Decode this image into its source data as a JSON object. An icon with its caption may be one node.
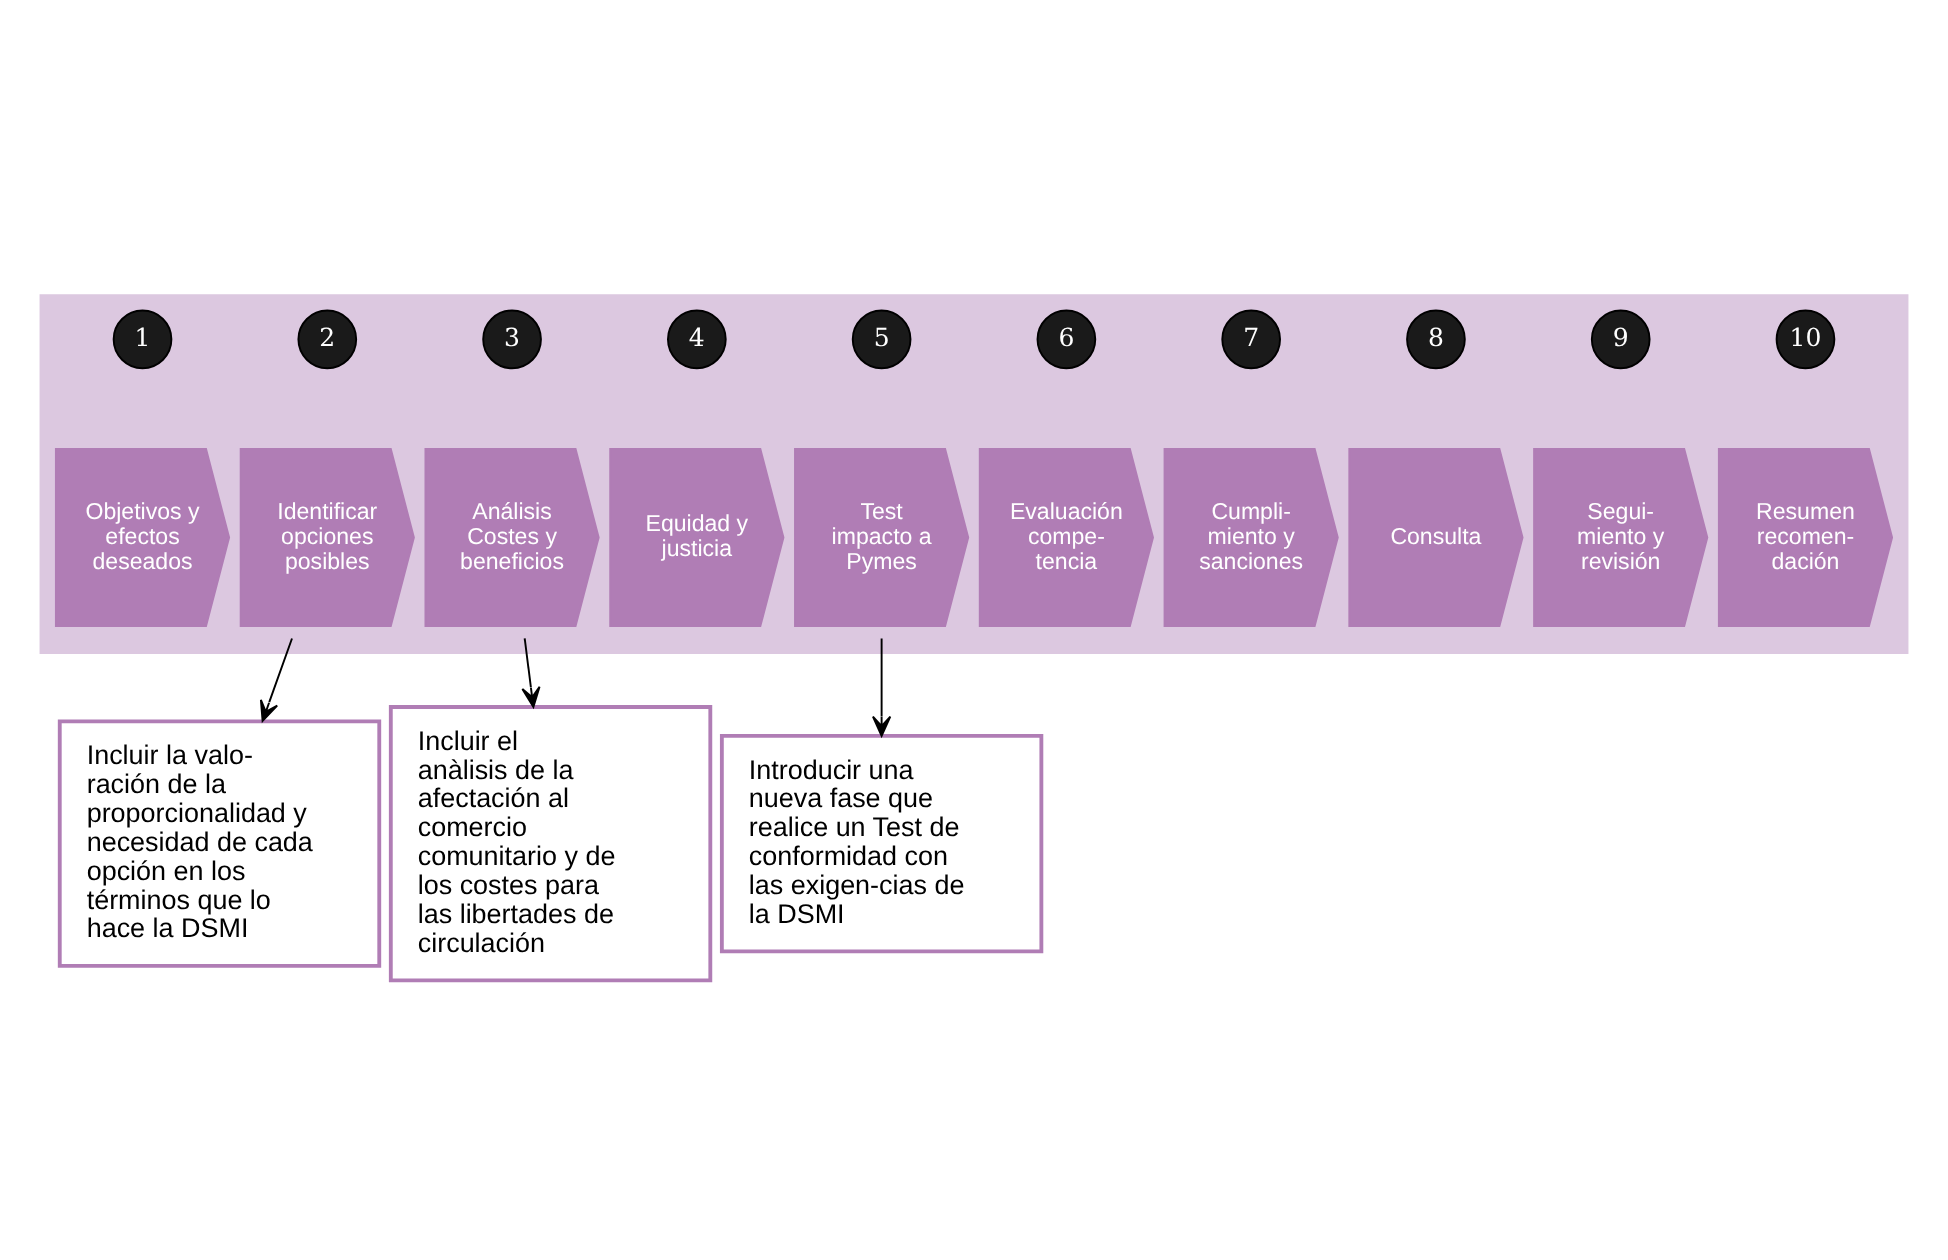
{
  "diagram": {
    "nodes": [
      {
        "text": [],
        "shape": "box"
      },
      {
        "text": [
          "1"
        ],
        "in": 0
      },
      {
        "text": [
          "2"
        ],
        "in": 0
      },
      {
        "text": [
          "3"
        ],
        "in": 0
      },
      {
        "text": [
          "4"
        ],
        "in": 0
      },
      {
        "text": [
          "5"
        ],
        "in": 0
      },
      {
        "text": [
          "6"
        ],
        "in": 0
      },
      {
        "text": [
          "7"
        ],
        "in": 0
      },
      {
        "text": [
          "8"
        ],
        "in": 0
      },
      {
        "text": [
          "9"
        ],
        "in": 0
      },
      {
        "text": [
          "10"
        ],
        "in": 0
      },
      {
        "text": [
          "Objetivos y efectos deseados"
        ],
        "in": 0
      },
      {
        "text": [
          "Identificar opciones posibles"
        ],
        "in": 0
      },
      {
        "text": [
          "Análisis Costes y beneficios"
        ],
        "in": 0
      },
      {
        "text": [
          "Equidad y justicia"
        ],
        "in": 0
      },
      {
        "text": [
          "Test impacto a Pymes"
        ],
        "in": 0
      },
      {
        "text": [
          "Evaluación compe-tencia"
        ],
        "in": 0
      },
      {
        "text": [
          "Cumpli-miento y sanciones"
        ],
        "in": 0
      },
      {
        "text": [
          "Consulta"
        ],
        "in": 0
      },
      {
        "text": [
          "Segui-miento y revisión"
        ],
        "in": 0
      },
      {
        "text": [
          "Resumen recomen-dación"
        ],
        "in": 0
      },
      {
        "text": [
          "Incluir la valo-ración de la proporcionalidad y necesidad de cada opción en los términos que lo hace la DSMI"
        ]
      },
      {
        "text": [
          "Incluir el anàlisis de la afectación al comercio comunitario y de los costes para las libertades de circulación"
        ]
      },
      {
        "text": [
          "Introducir una nueva fase que realice un Test de conformidad con las exigen-cias de la DSMI"
        ]
      }
    ],
    "edges": [
      {
        "from": 12,
        "to": 21,
        "arrow": "to"
      },
      {
        "from": 13,
        "to": 22,
        "arrow": "to"
      },
      {
        "from": 15,
        "to": 23,
        "arrow": "to"
      }
    ]
  }
}
